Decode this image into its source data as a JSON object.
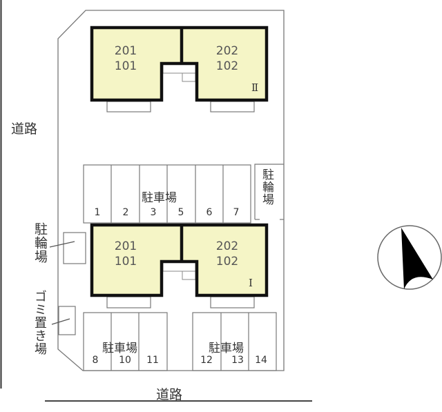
{
  "colors": {
    "building_fill": "#f5f5c6",
    "wall": "#111111",
    "line": "#777777"
  },
  "roads": {
    "west_label": "道路",
    "south_label": "道路"
  },
  "buildings": [
    {
      "name": "Ⅱ",
      "units": [
        {
          "upper": "201",
          "lower": "101"
        },
        {
          "upper": "202",
          "lower": "102"
        }
      ]
    },
    {
      "name": "Ⅰ",
      "units": [
        {
          "upper": "201",
          "lower": "101"
        },
        {
          "upper": "202",
          "lower": "102"
        }
      ]
    }
  ],
  "parking": {
    "label": "駐車場",
    "upper_row": [
      "1",
      "2",
      "3",
      "5",
      "6",
      "7"
    ],
    "lower_left": [
      "8",
      "10",
      "11"
    ],
    "lower_right": [
      "12",
      "13",
      "14"
    ]
  },
  "bicycle_parking": {
    "label": "駐輪場"
  },
  "trash": {
    "label": "ゴミ置き場"
  },
  "compass": {
    "direction": "north"
  }
}
